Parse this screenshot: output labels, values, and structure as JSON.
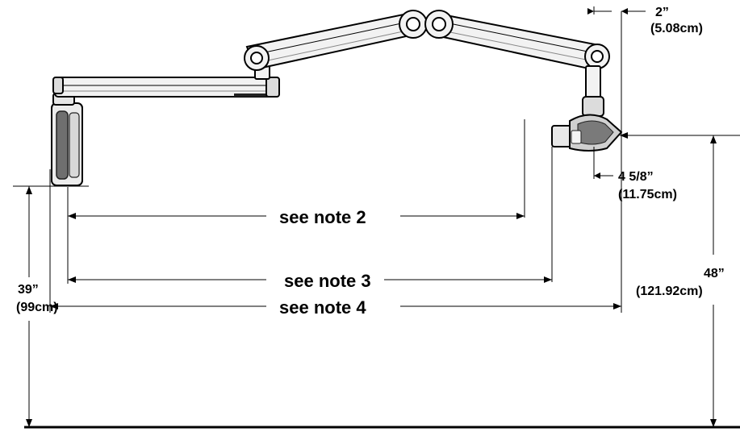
{
  "notes": {
    "note2": "see note 2",
    "note3": "see note 3",
    "note4": "see note 4"
  },
  "dimensions": {
    "top_offset_in": "2”",
    "top_offset_cm": "(5.08cm)",
    "head_offset_in": "4 5/8”",
    "head_offset_cm": "(11.75cm)",
    "total_height_in": "48”",
    "total_height_cm": "(121.92cm)",
    "handle_height_in": "39”",
    "handle_height_cm": "(99cm)"
  },
  "colors": {
    "line": "#000000",
    "arm_fill": "#f2f2f2",
    "shadow": "#7a7a7a"
  }
}
